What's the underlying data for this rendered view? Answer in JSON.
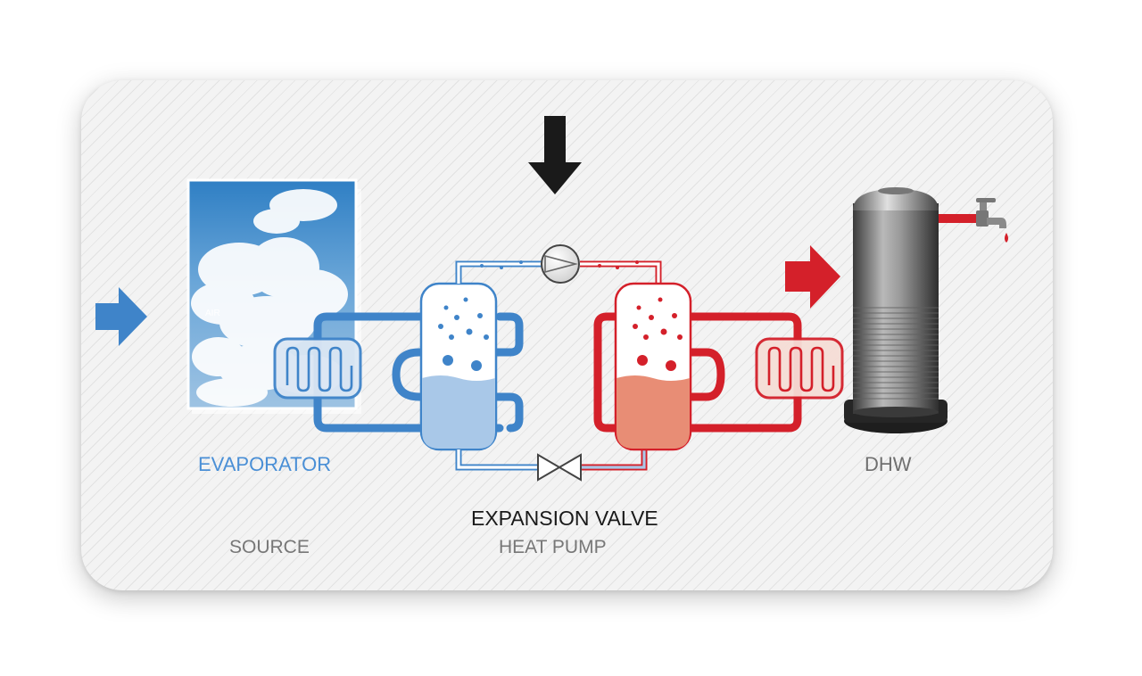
{
  "labels": {
    "evaporator": "EVAPORATOR",
    "expansion_valve": "EXPANSION VALVE",
    "source": "SOURCE",
    "heat_pump": "HEAT PUMP",
    "dhw": "DHW",
    "air": "AIR"
  },
  "colors": {
    "cold": "#3f84c9",
    "cold_light": "#a9c8e8",
    "hot": "#d4202a",
    "hot_light": "#e88d75",
    "tank": "#8a8a8a",
    "energy_arrow": "#1a1a1a"
  },
  "icons": {
    "input_arrow": "blue-arrow-right-icon",
    "energy_arrow": "black-arrow-down-icon",
    "output_arrow": "red-arrow-right-icon",
    "compressor": "compressor-icon",
    "valve": "expansion-valve-icon",
    "tap": "water-tap-icon"
  }
}
